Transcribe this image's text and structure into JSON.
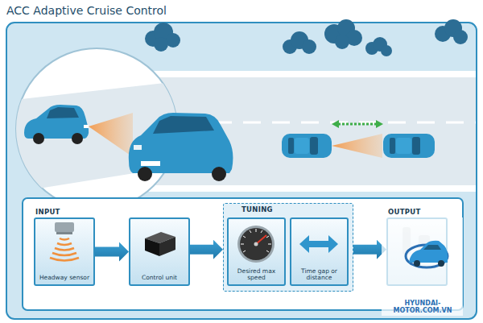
{
  "diagram": {
    "title": "ACC Adaptive Cruise Control",
    "nodes": [
      {
        "text": [
          "INPUT",
          "Headway sensor"
        ]
      },
      {
        "text": [
          "Control unit"
        ]
      },
      {
        "text": [
          "TUNING"
        ]
      },
      {
        "text": [
          "Desired max speed"
        ],
        "in": 2
      },
      {
        "text": [
          "Time gap or distance"
        ],
        "in": 2
      },
      {
        "text": [
          "OUTPUT"
        ]
      }
    ],
    "edges": [
      {
        "from": 0,
        "to": 1,
        "arrow": "to"
      },
      {
        "from": 1,
        "to": 2,
        "arrow": "to"
      },
      {
        "from": 2,
        "to": 5,
        "arrow": "to"
      }
    ],
    "labels": [
      "HYUNDAI-MOTOR.COM.VN"
    ]
  }
}
